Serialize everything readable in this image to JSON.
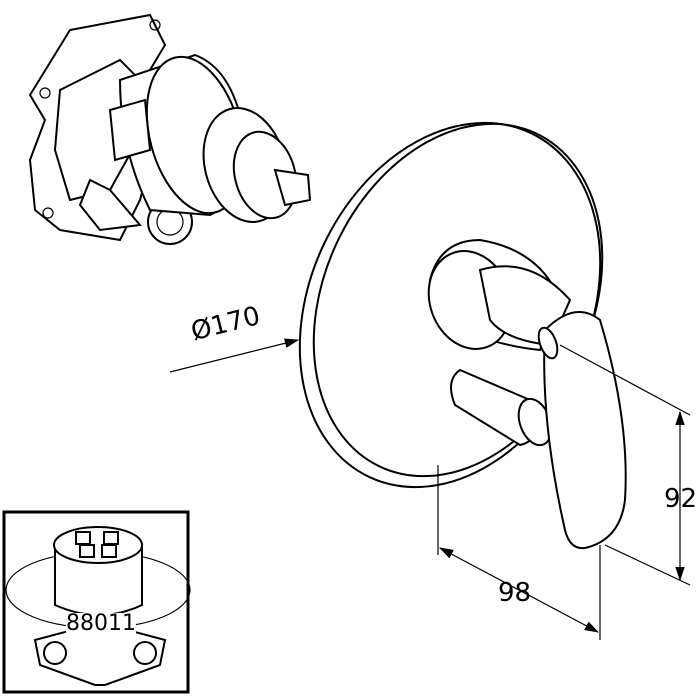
{
  "dimensions": {
    "plate_diameter": "Ø170",
    "lever_height": "92",
    "projection_depth": "98"
  },
  "inset": {
    "part_number": "88011"
  },
  "colors": {
    "line": "#000000",
    "background": "#ffffff"
  }
}
